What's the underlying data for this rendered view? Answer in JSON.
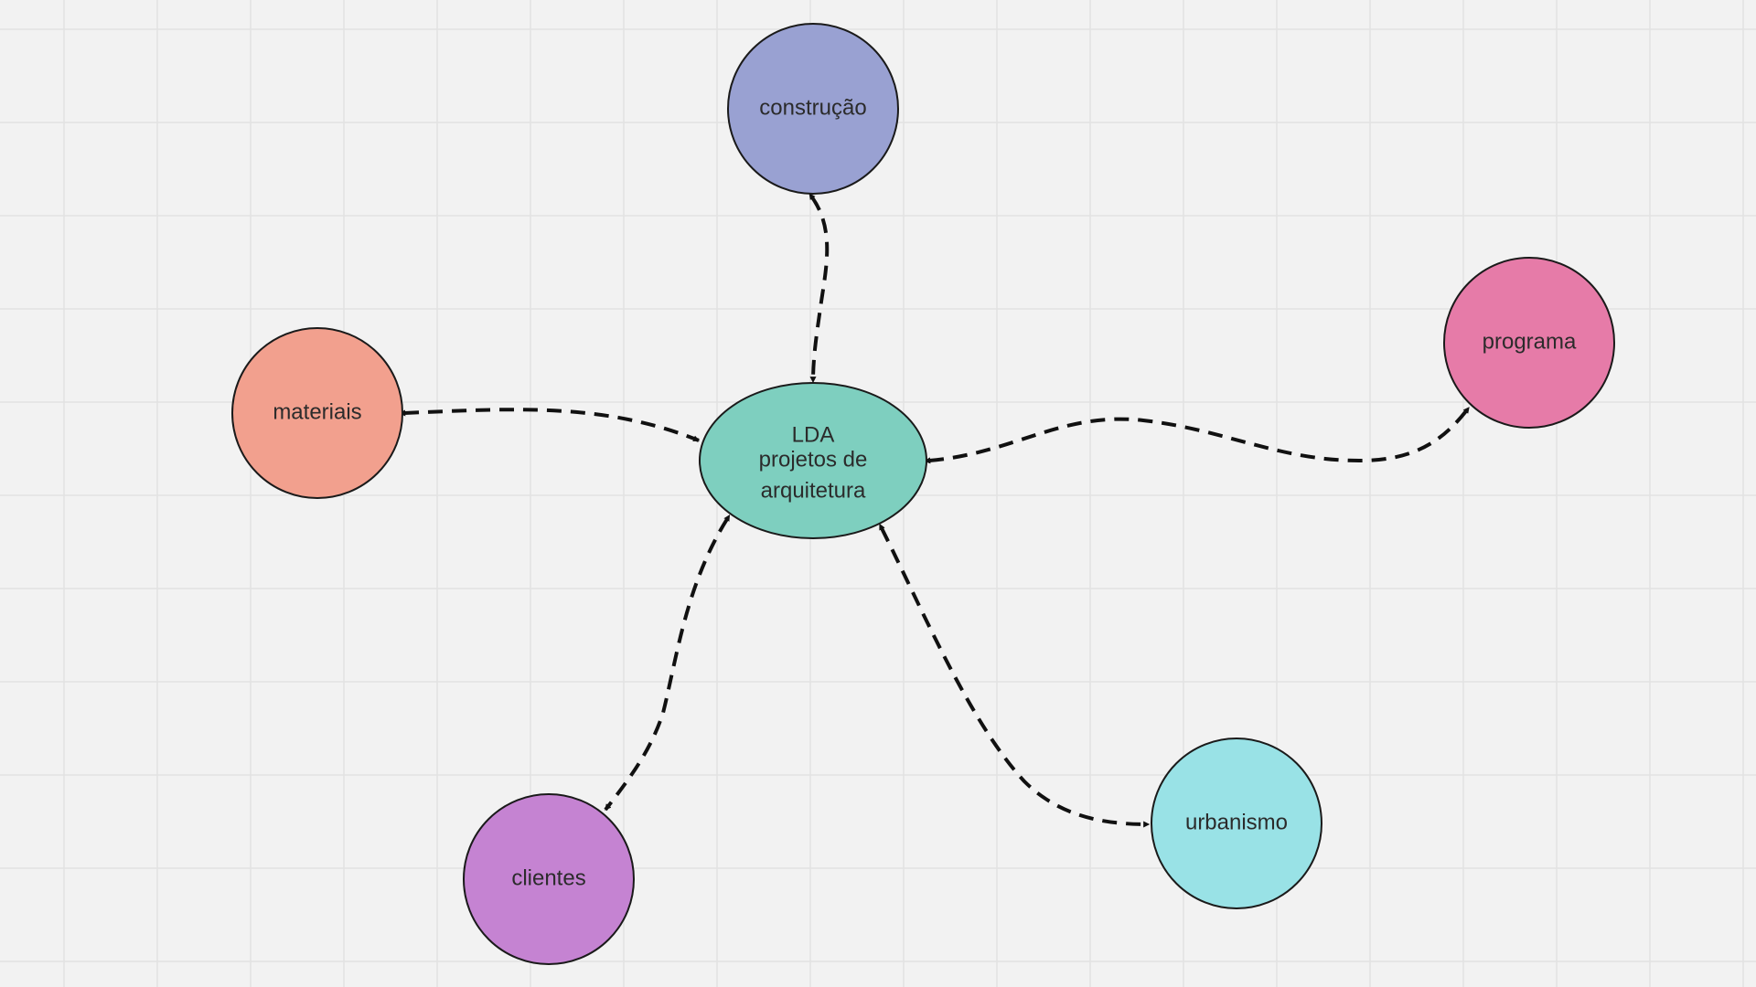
{
  "diagram": {
    "center": {
      "name": "center-node",
      "lines": [
        "LDA",
        "projetos de",
        "arquitetura"
      ],
      "color": "#7ecfbf"
    },
    "nodes": [
      {
        "id": "construcao",
        "label": "construção",
        "color": "#99a1d2"
      },
      {
        "id": "materiais",
        "label": "materiais",
        "color": "#f2a08e"
      },
      {
        "id": "programa",
        "label": "programa",
        "color": "#e67ba8"
      },
      {
        "id": "clientes",
        "label": "clientes",
        "color": "#c583d2"
      },
      {
        "id": "urbanismo",
        "label": "urbanismo",
        "color": "#99e2e6"
      }
    ],
    "connector_style": "dashed, bidirectional arrows",
    "background": "#f2f2f2",
    "grid": true
  }
}
